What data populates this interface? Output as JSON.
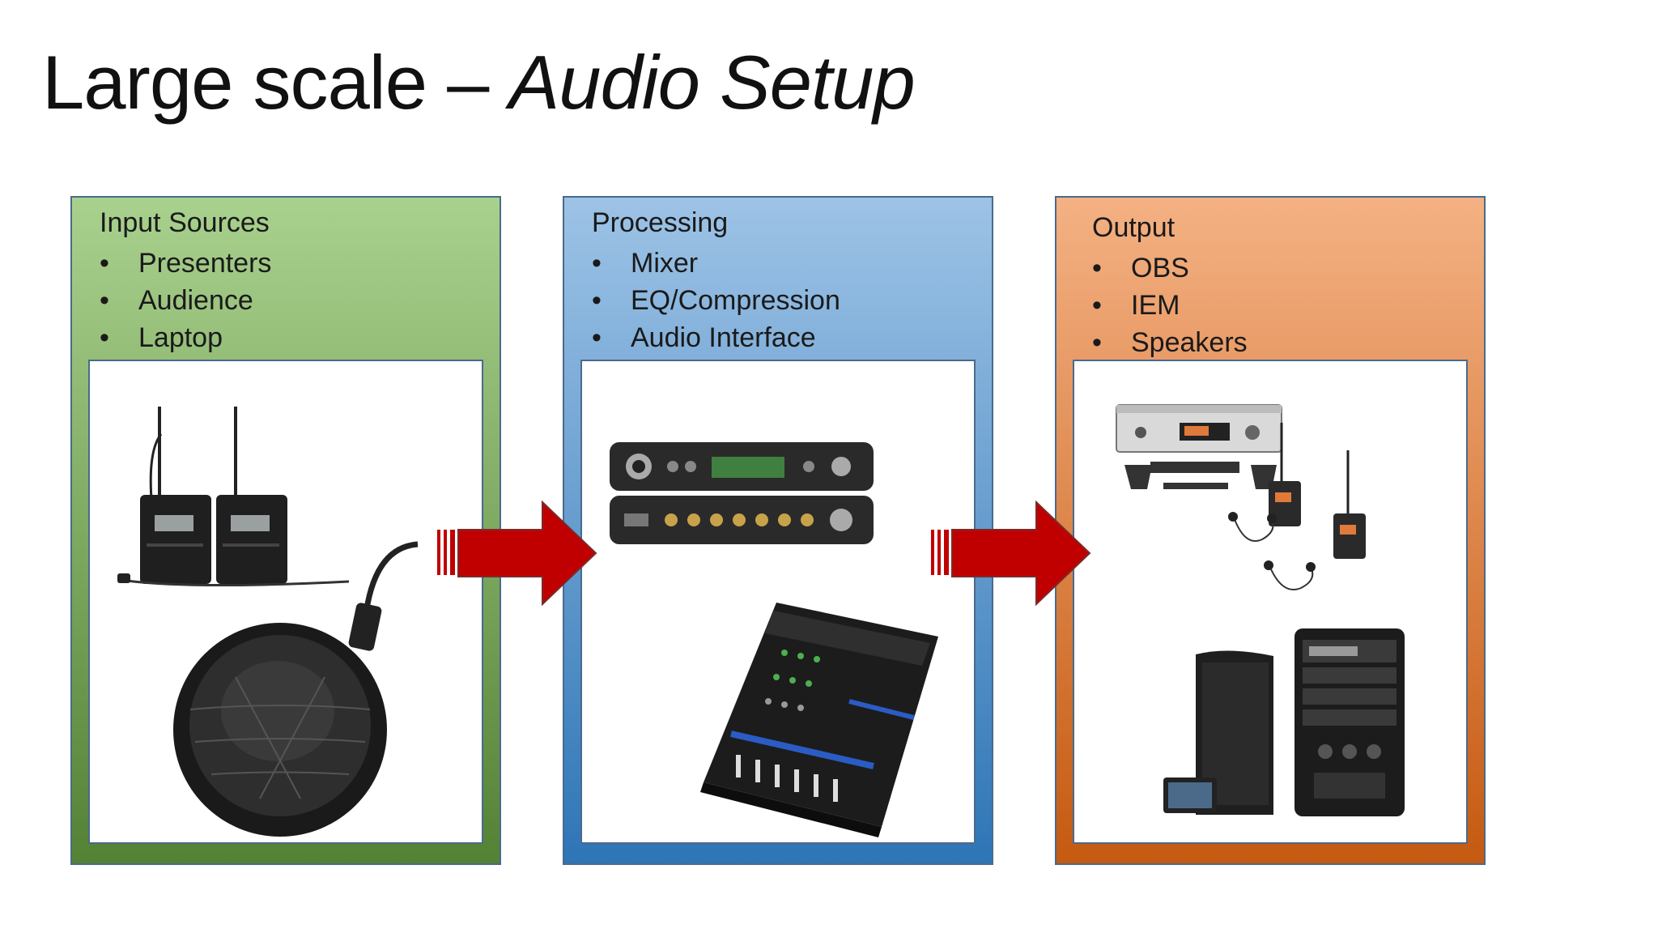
{
  "title": {
    "main": "Large scale",
    "dash": " – ",
    "italic": "Audio Setup"
  },
  "panels": {
    "input": {
      "heading": "Input Sources",
      "bullet": "•",
      "items": [
        "Presenters",
        "Audience",
        "Laptop"
      ],
      "color": "#70ad47"
    },
    "processing": {
      "heading": "Processing",
      "bullet": "•",
      "items": [
        "Mixer",
        "EQ/Compression",
        "Audio Interface"
      ],
      "color": "#5b9bd5"
    },
    "output": {
      "heading": "Output",
      "bullet": "•",
      "items": [
        "OBS",
        "IEM",
        "Speakers"
      ],
      "color": "#ed7d31"
    }
  },
  "arrow_color": "#c00000",
  "icons": {
    "input": [
      "wireless-bodypack-transmitters-icon",
      "boundary-microphone-icon"
    ],
    "processing": [
      "audio-interface-icon",
      "mixing-console-icon"
    ],
    "output": [
      "iem-receiver-kit-icon",
      "pa-speakers-icon"
    ],
    "arrows": [
      "flow-arrow-icon",
      "flow-arrow-icon"
    ]
  }
}
